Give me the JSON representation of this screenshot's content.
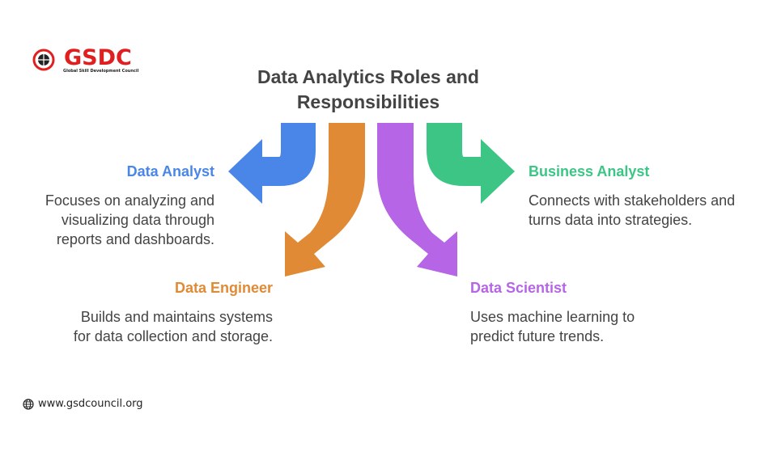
{
  "logo": {
    "name": "GSDC",
    "tagline": "Global Skill Development Council"
  },
  "title": "Data Analytics Roles and Responsibilities",
  "roles": [
    {
      "name": "Data Analyst",
      "description": "Focuses on analyzing and visualizing data through reports and dashboards.",
      "color": "#4a86e8"
    },
    {
      "name": "Data Engineer",
      "description": "Builds and maintains systems for data collection and storage.",
      "color": "#e08a35"
    },
    {
      "name": "Data Scientist",
      "description": "Uses machine learning to predict future trends.",
      "color": "#b565e5"
    },
    {
      "name": "Business Analyst",
      "description": "Connects with stakeholders and turns data into strategies.",
      "color": "#3dc585"
    }
  ],
  "footer": {
    "url": "www.gsdcouncil.org"
  }
}
